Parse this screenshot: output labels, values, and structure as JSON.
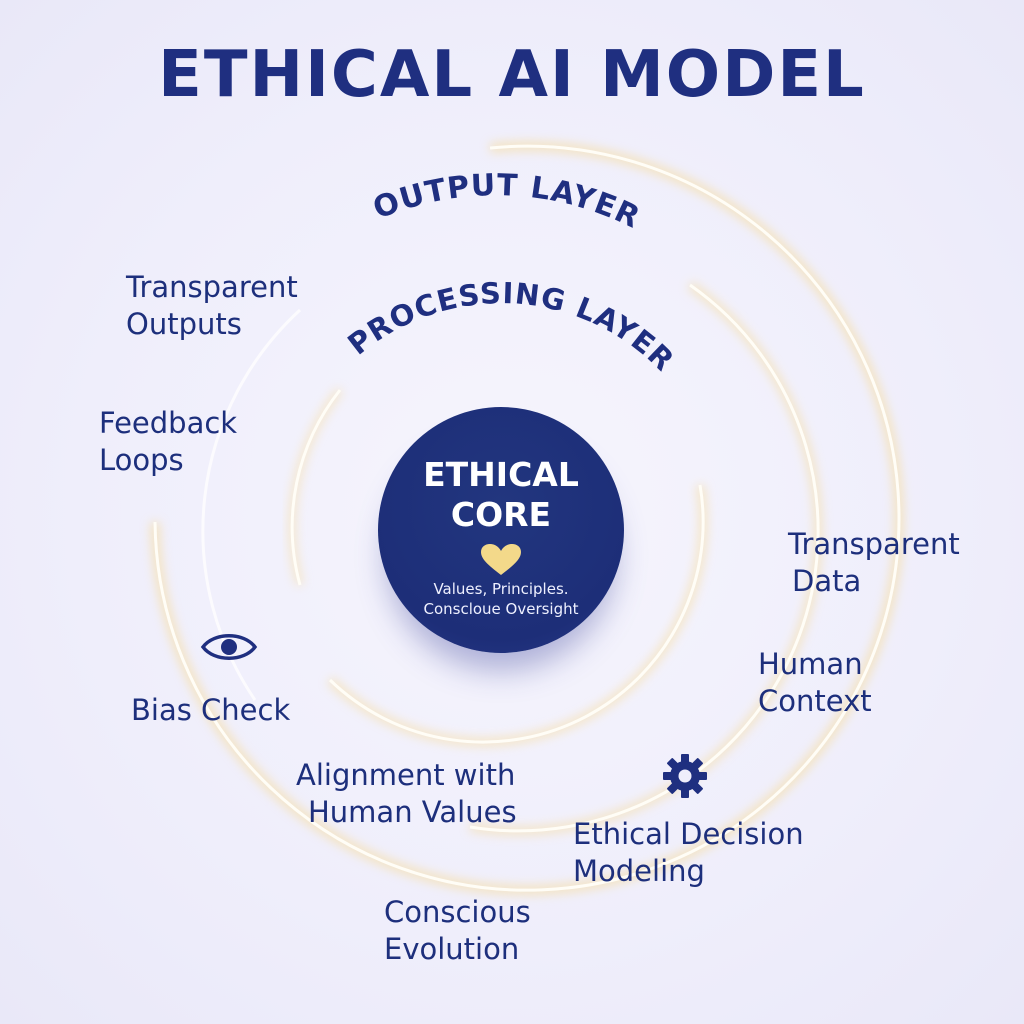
{
  "title": "ETHICAL AI MODEL",
  "layers": {
    "output": "OUTPUT LAYER",
    "processing": "PROCESSING LAYER"
  },
  "core": {
    "title_line1": "ETHICAL",
    "title_line2": "CORE",
    "subtitle_line1": "Values, Principles.",
    "subtitle_line2": "Conscloue Oversight",
    "icon": "heart-icon"
  },
  "labels": {
    "transparent_outputs": [
      "Transparent",
      "Outputs"
    ],
    "feedback_loops": [
      "Feedback",
      "Loops"
    ],
    "bias_check": [
      "Bias Check"
    ],
    "alignment": [
      "Alignment with",
      "Human Values"
    ],
    "conscious_evolution": [
      "Conscious",
      "Evolution"
    ],
    "transparent_data": [
      "Transparent",
      "Data"
    ],
    "human_context": [
      "Human",
      "Context"
    ],
    "ethical_decision": [
      "Ethical Decision",
      "Modeling"
    ]
  },
  "icons": {
    "bias_check": "eye-icon",
    "ethical_decision": "gear-icon"
  },
  "colors": {
    "primary": "#1f2f80",
    "core": "#1d2e78",
    "glow": "#f7dc9a",
    "heart": "#f3d98a",
    "background": "#efeefb"
  }
}
